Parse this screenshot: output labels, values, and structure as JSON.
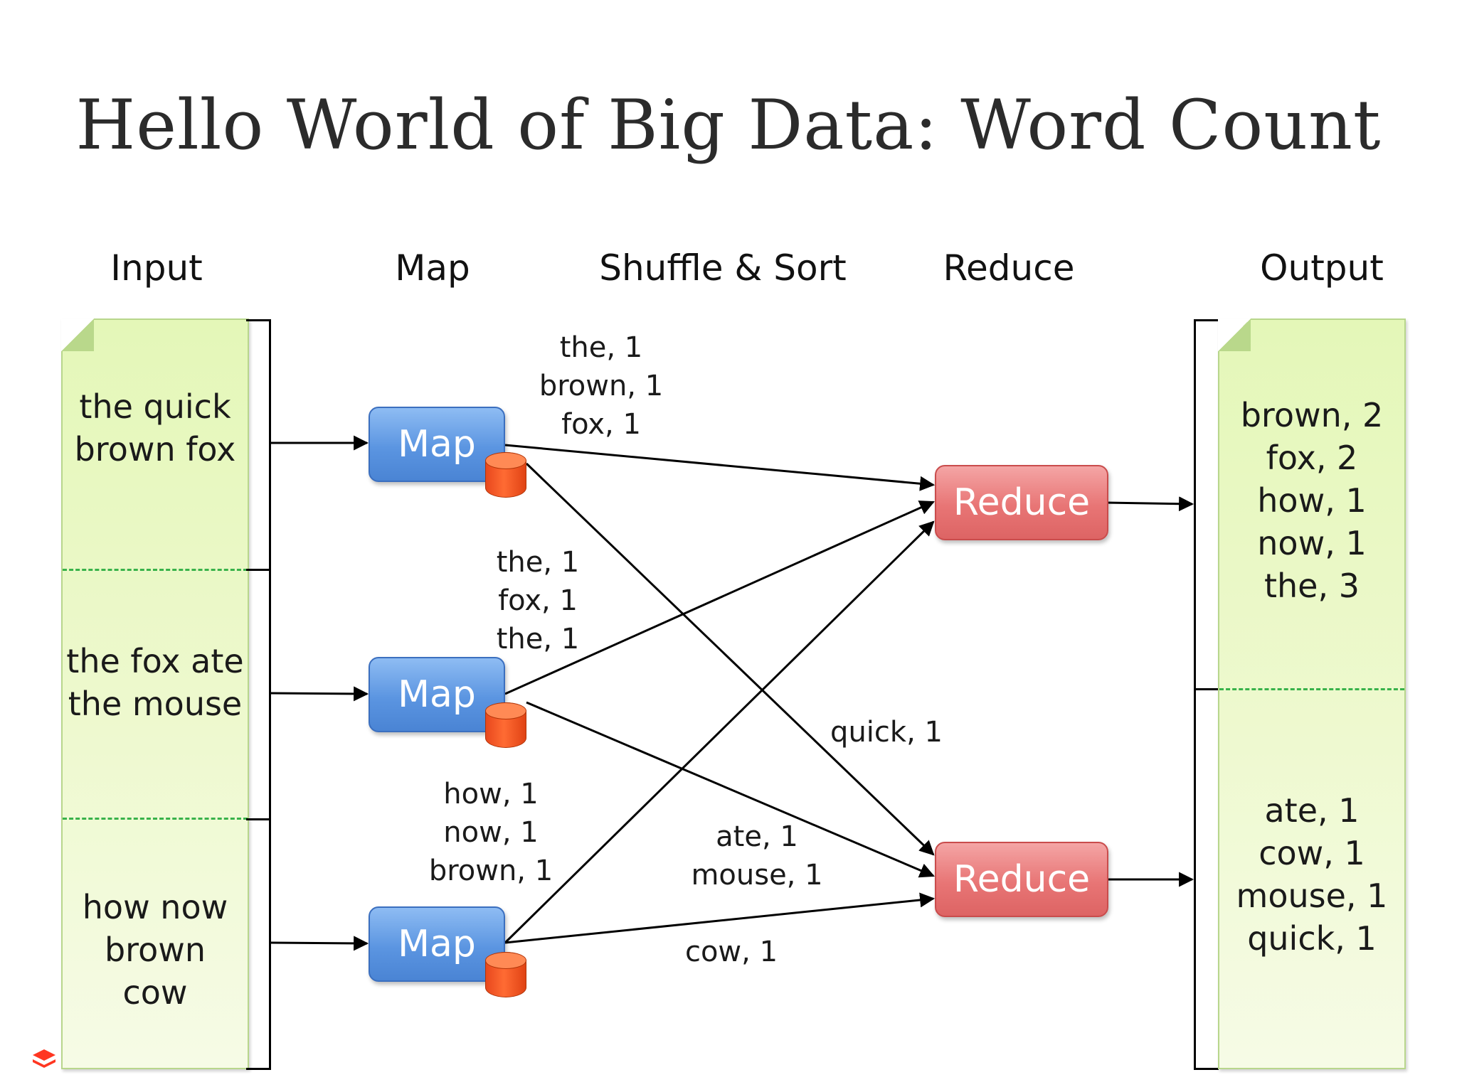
{
  "title": "Hello World of Big Data: Word Count",
  "columns": [
    "Input",
    "Map",
    "Shuffle & Sort",
    "Reduce",
    "Output"
  ],
  "input_splits": [
    [
      "the quick",
      "brown fox"
    ],
    [
      "the fox ate",
      "the mouse"
    ],
    [
      "how now",
      "brown",
      "cow"
    ]
  ],
  "map_label": "Map",
  "reduce_label": "Reduce",
  "map_outputs": [
    [
      "the, 1",
      "brown, 1",
      "fox, 1"
    ],
    [
      "the, 1",
      "fox, 1",
      "the, 1"
    ],
    [
      "how, 1",
      "now, 1",
      "brown, 1"
    ]
  ],
  "shuffle_labels": {
    "quick": "quick, 1",
    "ate_mouse": [
      "ate, 1",
      "mouse, 1"
    ],
    "cow": "cow, 1"
  },
  "output_partitions": [
    [
      "brown, 2",
      "fox, 2",
      "how, 1",
      "now, 1",
      "the, 3"
    ],
    [
      "ate, 1",
      "cow, 1",
      "mouse, 1",
      "quick, 1"
    ]
  ],
  "colors": {
    "map": "#5b95e1",
    "reduce": "#e87575",
    "cylinder": "#ff6b33",
    "doc_fill": "#e4f7b8",
    "separator": "#38b24a"
  }
}
